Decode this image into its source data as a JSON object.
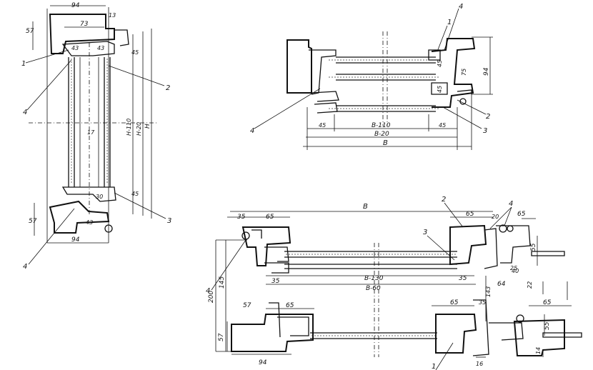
{
  "left_view": {
    "dims": [
      "94",
      "73",
      "13",
      "57",
      "43",
      "43",
      "45",
      "H-110",
      "H-20",
      "H",
      "17",
      "30",
      "45",
      "57",
      "43",
      "94"
    ],
    "callouts": [
      "1",
      "2",
      "3",
      "4",
      "4"
    ]
  },
  "top_right_view": {
    "dims": [
      "45",
      "45",
      "B-110",
      "B-20",
      "B",
      "94",
      "75",
      "45",
      "45"
    ],
    "callouts": [
      "1",
      "4",
      "2",
      "3",
      "4"
    ]
  },
  "bottom_view": {
    "dims": [
      "35",
      "65",
      "B",
      "65",
      "20",
      "65",
      "B-130",
      "35",
      "B-60",
      "35",
      "55",
      "64",
      "25",
      "22",
      "200",
      "145",
      "57",
      "65",
      "65",
      "35",
      "143",
      "65",
      "55",
      "57",
      "94",
      "16",
      "14",
      "40"
    ],
    "callouts": [
      "2",
      "3",
      "4",
      "4",
      "1"
    ]
  }
}
